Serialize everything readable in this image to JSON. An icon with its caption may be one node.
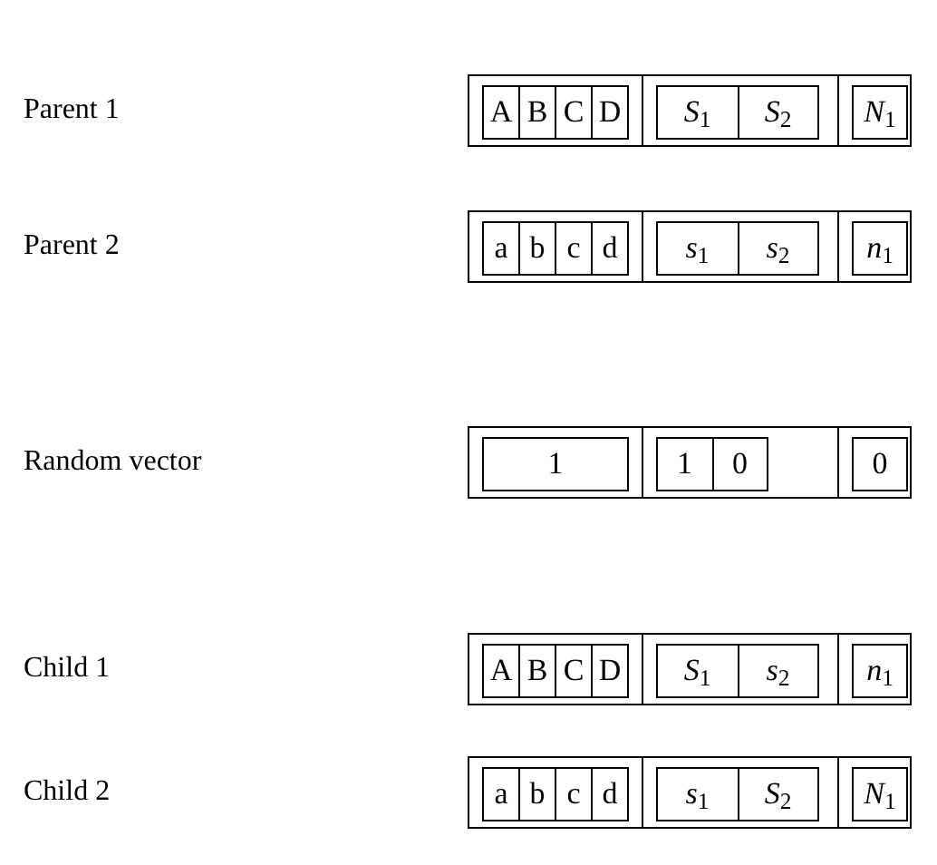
{
  "diagram": {
    "nodes": [
      {
        "text": [],
        "shape": "box"
      },
      {
        "text": [],
        "shape": "box",
        "in": 0
      },
      {
        "text": [
          "A"
        ],
        "in": 1
      },
      {
        "text": [
          "B"
        ],
        "in": 1
      },
      {
        "text": [
          "C"
        ],
        "in": 1
      },
      {
        "text": [
          "D"
        ],
        "in": 1
      },
      {
        "text": [],
        "shape": "box",
        "in": 0
      },
      {
        "text": [
          "*S*$_{1}$"
        ],
        "in": 6
      },
      {
        "text": [
          "*S*$_{2}$"
        ],
        "in": 6
      },
      {
        "text": [],
        "shape": "box",
        "in": 0
      },
      {
        "text": [
          "*N*$_{1}$"
        ],
        "in": 9
      },
      {
        "text": [],
        "shape": "box"
      },
      {
        "text": [],
        "shape": "box",
        "in": 11
      },
      {
        "text": [
          "a"
        ],
        "in": 12
      },
      {
        "text": [
          "b"
        ],
        "in": 12
      },
      {
        "text": [
          "c"
        ],
        "in": 12
      },
      {
        "text": [
          "d"
        ],
        "in": 12
      },
      {
        "text": [],
        "shape": "box",
        "in": 11
      },
      {
        "text": [
          "*s*$_{1}$"
        ],
        "in": 17
      },
      {
        "text": [
          "*s*$_{2}$"
        ],
        "in": 17
      },
      {
        "text": [],
        "shape": "box",
        "in": 11
      },
      {
        "text": [
          "*n*$_{1}$"
        ],
        "in": 20
      },
      {
        "text": [],
        "shape": "box"
      },
      {
        "text": [],
        "shape": "box",
        "in": 22
      },
      {
        "text": [
          "1"
        ],
        "in": 23
      },
      {
        "text": [],
        "shape": "box",
        "in": 22
      },
      {
        "text": [
          "1"
        ],
        "in": 25
      },
      {
        "text": [
          "0"
        ],
        "in": 25
      },
      {
        "text": [],
        "shape": "box",
        "in": 22
      },
      {
        "text": [
          "0"
        ],
        "in": 28
      },
      {
        "text": [],
        "shape": "box"
      },
      {
        "text": [],
        "shape": "box",
        "in": 30
      },
      {
        "text": [
          "A"
        ],
        "in": 31
      },
      {
        "text": [
          "B"
        ],
        "in": 31
      },
      {
        "text": [
          "C"
        ],
        "in": 31
      },
      {
        "text": [
          "D"
        ],
        "in": 31
      },
      {
        "text": [],
        "shape": "box",
        "in": 30
      },
      {
        "text": [
          "*S*$_{1}$"
        ],
        "in": 36
      },
      {
        "text": [
          "*s*$_{2}$"
        ],
        "in": 36
      },
      {
        "text": [],
        "shape": "box",
        "in": 30
      },
      {
        "text": [
          "*n*$_{1}$"
        ],
        "in": 39
      },
      {
        "text": [],
        "shape": "box"
      },
      {
        "text": [],
        "shape": "box",
        "in": 41
      },
      {
        "text": [
          "a"
        ],
        "in": 42
      },
      {
        "text": [
          "b"
        ],
        "in": 42
      },
      {
        "text": [
          "c"
        ],
        "in": 42
      },
      {
        "text": [
          "d"
        ],
        "in": 42
      },
      {
        "text": [],
        "shape": "box",
        "in": 41
      },
      {
        "text": [
          "*s*$_{1}$"
        ],
        "in": 47
      },
      {
        "text": [
          "*S*$_{2}$"
        ],
        "in": 47
      },
      {
        "text": [],
        "shape": "box",
        "in": 41
      },
      {
        "text": [
          "*N*$_{1}$"
        ],
        "in": 50
      }
    ],
    "labels": [
      "Parent 1",
      "Parent 2",
      "Random vector",
      "Child 1",
      "Child 2"
    ]
  }
}
